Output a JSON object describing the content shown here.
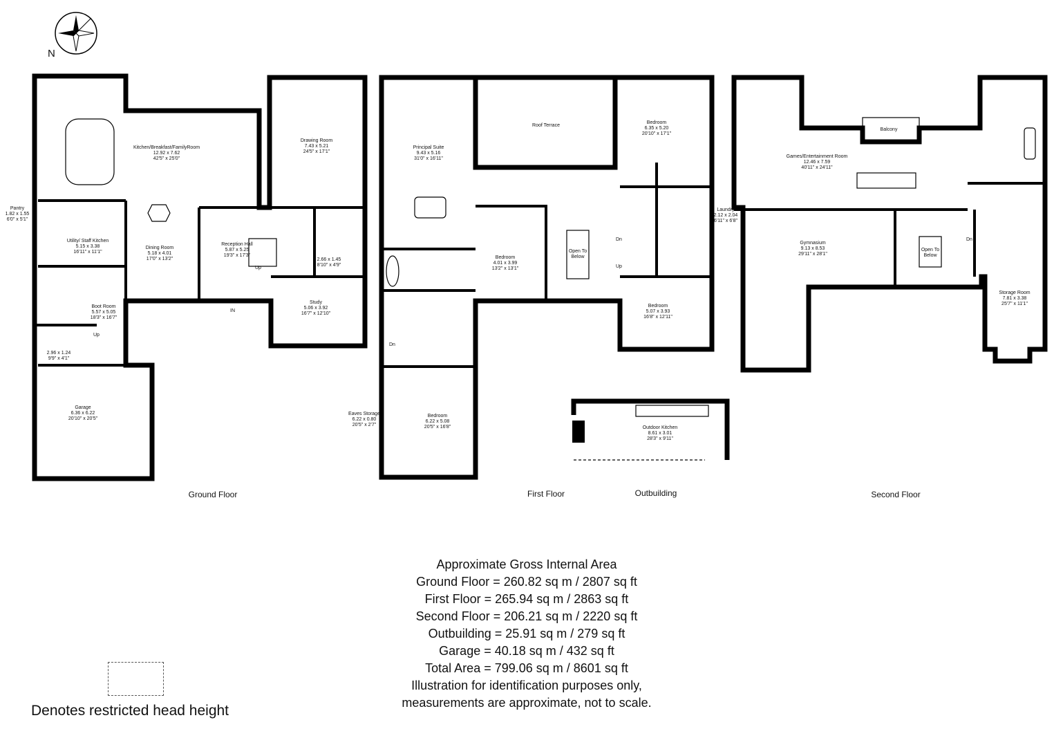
{
  "compass": {
    "icon": "compass-rose-icon",
    "north_label": "N"
  },
  "floors": {
    "ground": {
      "label": "Ground Floor",
      "rooms": [
        {
          "name": "Kitchen/Breakfast/FamilyRoom",
          "metric": "12.92 x 7.62",
          "imperial": "42'5\" x 25'0\""
        },
        {
          "name": "Drawing Room",
          "metric": "7.43 x 5.21",
          "imperial": "24'5\" x 17'1\""
        },
        {
          "name": "Pantry",
          "metric": "1.82 x 1.55",
          "imperial": "6'0\" x 5'1\""
        },
        {
          "name": "Utility/ Staff Kitchen",
          "metric": "5.15 x 3.38",
          "imperial": "16'11\" x 11'1\""
        },
        {
          "name": "Dining Room",
          "metric": "5.18 x 4.01",
          "imperial": "17'0\" x 13'2\""
        },
        {
          "name": "Reception Hall",
          "metric": "5.87 x 5.25",
          "imperial": "19'3\" x 17'3\""
        },
        {
          "name": "",
          "metric": "2.66 x 1.45",
          "imperial": "8'10\" x 4'9\""
        },
        {
          "name": "Study",
          "metric": "5.06 x 3.92",
          "imperial": "16'7\" x 12'10\""
        },
        {
          "name": "Boot Room",
          "metric": "5.57 x 5.05",
          "imperial": "18'3\" x 16'7\""
        },
        {
          "name": "",
          "metric": "2.96 x 1.24",
          "imperial": "9'9\" x 4'1\""
        },
        {
          "name": "Garage",
          "metric": "6.36 x 6.22",
          "imperial": "20'10\" x 20'5\""
        }
      ],
      "markers": {
        "up1": "Up",
        "up2": "Up",
        "entrance": "IN"
      }
    },
    "first": {
      "label": "First Floor",
      "rooms": [
        {
          "name": "Principal Suite",
          "metric": "9.43 x 5.16",
          "imperial": "31'0\" x 16'11\""
        },
        {
          "name": "Roof Terrace"
        },
        {
          "name": "Bedroom",
          "metric": "6.35 x 5.20",
          "imperial": "20'10\" x 17'1\""
        },
        {
          "name": "Bedroom",
          "metric": "4.01 x 3.99",
          "imperial": "13'2\" x 13'1\""
        },
        {
          "name": "Open To Below"
        },
        {
          "name": "Laundry",
          "metric": "2.12 x 2.04",
          "imperial": "6'11\" x 6'8\""
        },
        {
          "name": "Bedroom",
          "metric": "5.07 x 3.93",
          "imperial": "16'8\" x 12'11\""
        },
        {
          "name": "Eaves Storage",
          "metric": "6.22 x 0.80",
          "imperial": "20'5\" x 2'7\""
        },
        {
          "name": "Bedroom",
          "metric": "6.22 x 5.08",
          "imperial": "20'5\" x 16'8\""
        }
      ],
      "markers": {
        "dn1": "Dn",
        "dn2": "Dn",
        "up": "Up"
      }
    },
    "outbuilding": {
      "label": "Outbuilding",
      "rooms": [
        {
          "name": "Outdoor Kitchen",
          "metric": "8.61 x 3.01",
          "imperial": "28'3\" x 9'11\""
        }
      ]
    },
    "second": {
      "label": "Second Floor",
      "rooms": [
        {
          "name": "Balcony"
        },
        {
          "name": "Games/Entertainment Room",
          "metric": "12.46 x 7.59",
          "imperial": "40'11\" x 24'11\""
        },
        {
          "name": "Gymnasium",
          "metric": "9.13 x 8.53",
          "imperial": "29'11\" x 28'1\""
        },
        {
          "name": "Open To Below"
        },
        {
          "name": "Storage Room",
          "metric": "7.81 x 3.38",
          "imperial": "25'7\" x 11'1\""
        }
      ],
      "markers": {
        "dn": "Dn"
      }
    }
  },
  "area_summary": {
    "title": "Approximate Gross Internal Area",
    "lines": [
      "Ground Floor = 260.82 sq m / 2807 sq ft",
      "First Floor = 265.94 sq m / 2863 sq ft",
      "Second Floor = 206.21 sq m / 2220 sq ft",
      "Outbuilding = 25.91 sq m / 279 sq ft",
      "Garage = 40.18 sq m / 432 sq ft",
      "Total Area = 799.06 sq m / 8601 sq ft"
    ],
    "disclaimer": [
      "Illustration for identification purposes only,",
      "measurements are approximate, not to scale."
    ]
  },
  "legend": {
    "text": "Denotes restricted head height"
  }
}
